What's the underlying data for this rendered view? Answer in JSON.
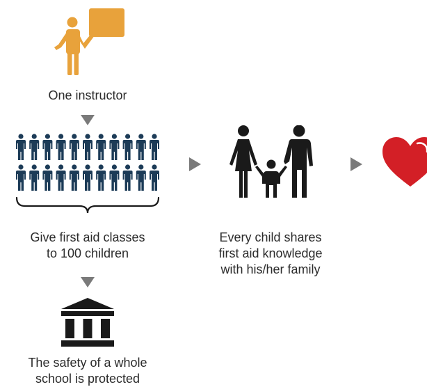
{
  "colors": {
    "instructor": "#e8a23b",
    "icon_dark": "#1a1a1a",
    "children": "#1c3b57",
    "arrow": "#7a7a7a",
    "heart": "#d31f26",
    "text": "#2b2b2b"
  },
  "steps": {
    "instructor": {
      "icon": "teacher-at-board-icon",
      "caption": "One instructor"
    },
    "children": {
      "icon": "children-grid-icon",
      "caption_lines": [
        "Give first aid classes",
        "to 100 children"
      ]
    },
    "family": {
      "icon": "family-icon",
      "caption_lines": [
        "Every child shares",
        "first aid knowledge",
        "with his/her family"
      ]
    },
    "school": {
      "icon": "school-building-icon",
      "caption_lines": [
        "The safety of a whole",
        "school is protected"
      ]
    },
    "heart": {
      "icon": "heart-icon"
    }
  }
}
